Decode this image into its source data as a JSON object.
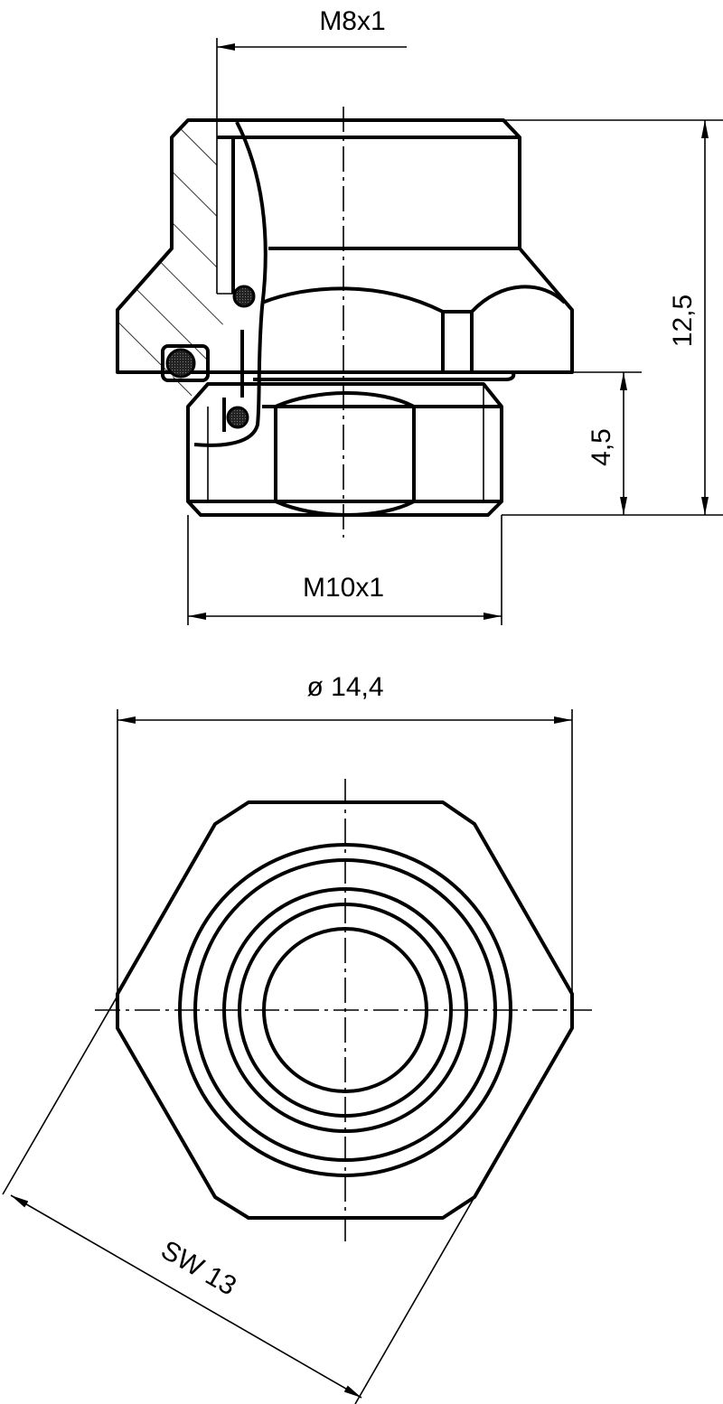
{
  "dimensions": {
    "top_thread": "M8x1",
    "total_height": "12,5",
    "lower_height": "4,5",
    "bottom_thread": "M10x1",
    "diameter": "ø 14,4",
    "wrench_size": "SW 13"
  },
  "colors": {
    "line": "#000000",
    "background": "#ffffff"
  }
}
